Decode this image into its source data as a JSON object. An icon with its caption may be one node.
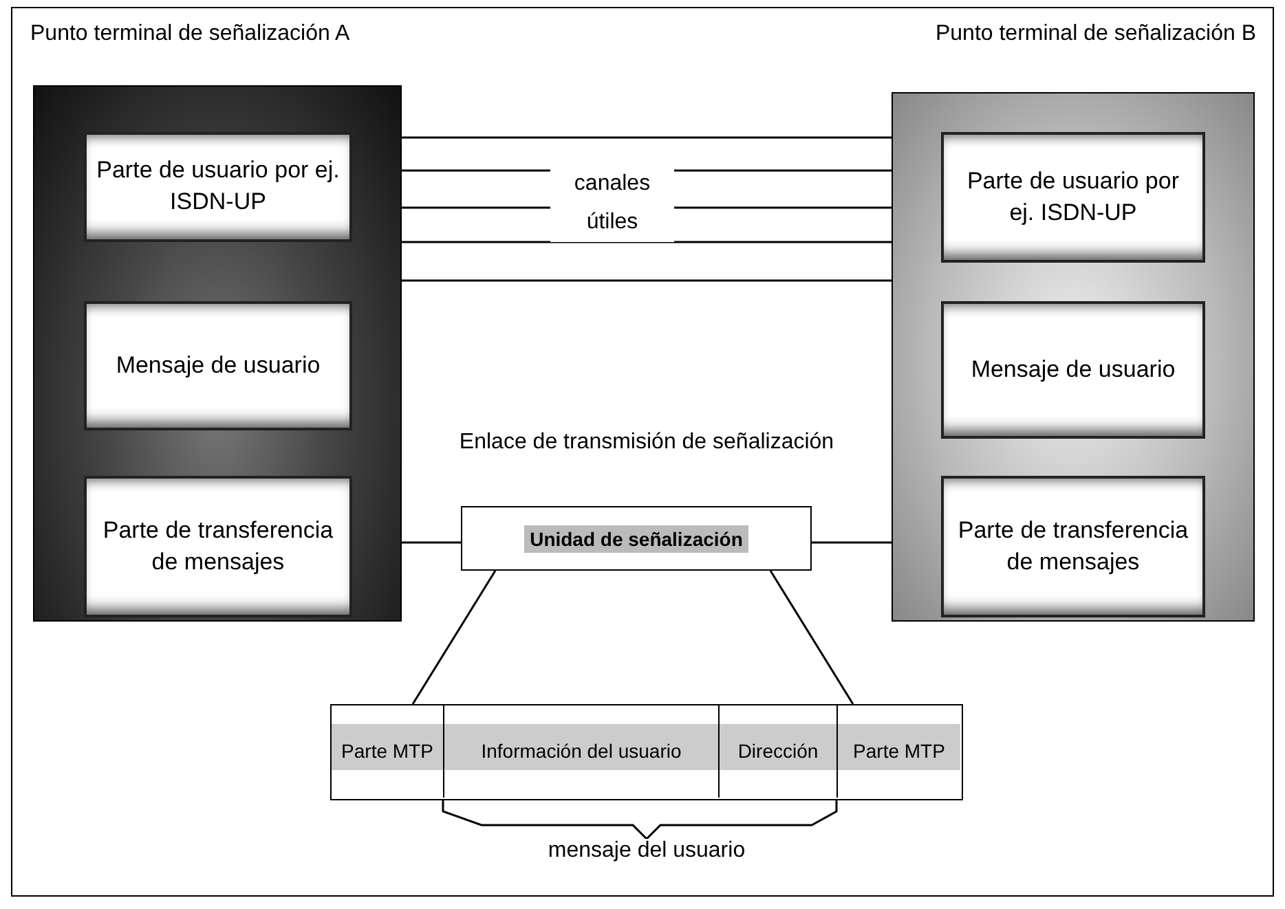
{
  "diagram": {
    "nodes": [
      {
        "text": [
          "Punto terminal de señalización A"
        ]
      },
      {
        "text": [
          "Parte de usuario por ej. ISDN-UP"
        ],
        "in": 0
      },
      {
        "text": [
          "Mensaje de usuario"
        ],
        "in": 0
      },
      {
        "text": [
          "Parte de transferencia de mensajes"
        ],
        "in": 0
      },
      {
        "text": [
          "Punto terminal de señalización B"
        ]
      },
      {
        "text": [
          "Parte de usuario por ej. ISDN-UP"
        ],
        "in": 4
      },
      {
        "text": [
          "Mensaje de usuario"
        ],
        "in": 4
      },
      {
        "text": [
          "Parte de transferencia de mensajes"
        ],
        "in": 4
      },
      {
        "text": [
          "Unidad de señalización"
        ]
      },
      {
        "text": [],
        "shape": "box"
      },
      {
        "text": [
          "Parte MTP"
        ],
        "in": 9
      },
      {
        "text": [
          "Información del usuario"
        ],
        "in": 9
      },
      {
        "text": [
          "Dirección"
        ],
        "in": 9
      },
      {
        "text": [
          "Parte MTP"
        ],
        "in": 9
      }
    ],
    "edges": [
      {
        "from": 0,
        "to": 4,
        "arrow": "none"
      },
      {
        "from": 0,
        "to": 4,
        "arrow": "none"
      },
      {
        "from": 0,
        "to": 4,
        "arrow": "none"
      },
      {
        "from": 0,
        "to": 4,
        "arrow": "none"
      },
      {
        "from": 0,
        "to": 4,
        "arrow": "none"
      },
      {
        "from": 3,
        "to": 8,
        "arrow": "none"
      },
      {
        "from": 8,
        "to": 7,
        "arrow": "none"
      },
      {
        "from": 8,
        "to": 9,
        "arrow": "none"
      },
      {
        "from": 8,
        "to": 9,
        "arrow": "none"
      }
    ],
    "labels": [
      "canales útiles",
      "Enlace de transmisión de señalización",
      "mensaje del usuario"
    ]
  }
}
